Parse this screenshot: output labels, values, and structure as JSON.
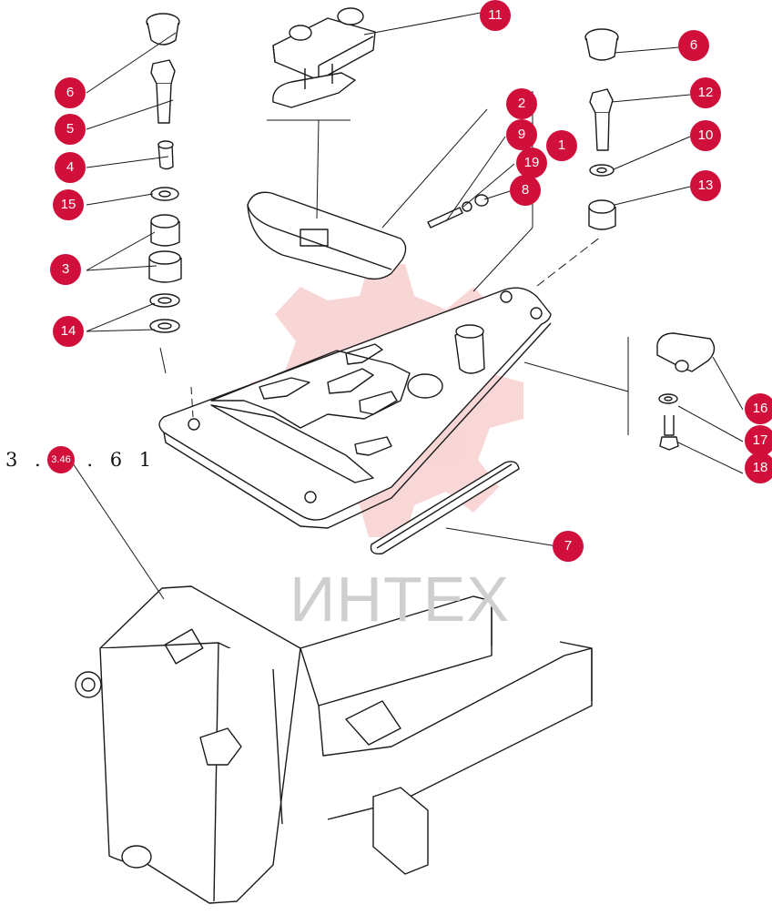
{
  "drawing": {
    "reference_label": "3 . 3 . 6 1",
    "watermark_text": "ИНТЕХ",
    "colors": {
      "callout": "#d0103a",
      "line": "#1a1a1a",
      "watermark": "#f2b9b9"
    }
  },
  "callouts": [
    {
      "id": "c11",
      "label": "11"
    },
    {
      "id": "c6a",
      "label": "6"
    },
    {
      "id": "c6b",
      "label": "6"
    },
    {
      "id": "c2",
      "label": "2"
    },
    {
      "id": "c12",
      "label": "12"
    },
    {
      "id": "c5",
      "label": "5"
    },
    {
      "id": "c9",
      "label": "9"
    },
    {
      "id": "c1",
      "label": "1"
    },
    {
      "id": "c10",
      "label": "10"
    },
    {
      "id": "c19",
      "label": "19"
    },
    {
      "id": "c4",
      "label": "4"
    },
    {
      "id": "c8",
      "label": "8"
    },
    {
      "id": "c13",
      "label": "13"
    },
    {
      "id": "c15",
      "label": "15"
    },
    {
      "id": "c3",
      "label": "3"
    },
    {
      "id": "c14",
      "label": "14"
    },
    {
      "id": "c16",
      "label": "16"
    },
    {
      "id": "c17",
      "label": "17"
    },
    {
      "id": "c18",
      "label": "18"
    },
    {
      "id": "c7",
      "label": "7"
    },
    {
      "id": "c346",
      "label": "3.46"
    }
  ]
}
